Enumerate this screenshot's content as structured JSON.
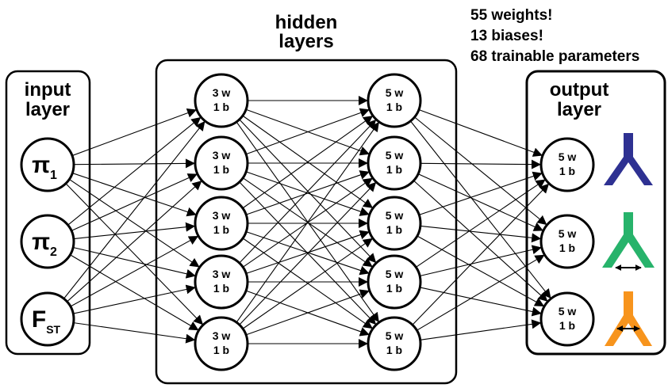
{
  "stats": [
    "55 weights!",
    "13 biases!",
    "68 trainable parameters"
  ],
  "input_layer": {
    "title_line1": "input",
    "title_line2": "layer",
    "nodes": [
      {
        "main": "π",
        "sub": "1"
      },
      {
        "main": "π",
        "sub": "2"
      },
      {
        "main": "F",
        "sub": "ST"
      }
    ]
  },
  "hidden_layers": {
    "title_line1": "hidden",
    "title_line2": "layers",
    "layer1": [
      {
        "w": "3 w",
        "b": "1 b"
      },
      {
        "w": "3 w",
        "b": "1 b"
      },
      {
        "w": "3 w",
        "b": "1 b"
      },
      {
        "w": "3 w",
        "b": "1 b"
      },
      {
        "w": "3 w",
        "b": "1 b"
      }
    ],
    "layer2": [
      {
        "w": "5 w",
        "b": "1 b"
      },
      {
        "w": "5 w",
        "b": "1 b"
      },
      {
        "w": "5 w",
        "b": "1 b"
      },
      {
        "w": "5 w",
        "b": "1 b"
      },
      {
        "w": "5 w",
        "b": "1 b"
      }
    ]
  },
  "output_layer": {
    "title_line1": "output",
    "title_line2": "layer",
    "nodes": [
      {
        "w": "5 w",
        "b": "1 b",
        "tree_color": "#2e3192",
        "tree_arrow": false
      },
      {
        "w": "5 w",
        "b": "1 b",
        "tree_color": "#27b36b",
        "tree_arrow": true
      },
      {
        "w": "5 w",
        "b": "1 b",
        "tree_color": "#f7941d",
        "tree_arrow": true
      }
    ]
  }
}
